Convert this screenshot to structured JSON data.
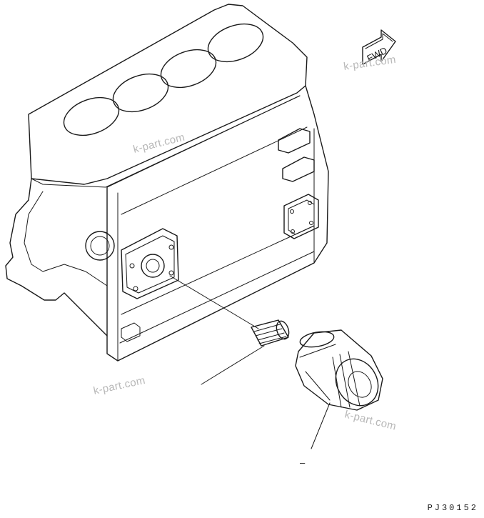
{
  "drawing": {
    "direction_label": "FWD",
    "drawing_code": "PJ30152",
    "watermarks": [
      "k-part.com",
      "k-part.com",
      "k-part.com",
      "k-part.com"
    ],
    "callouts": [
      {
        "label": ""
      },
      {
        "label": "–"
      }
    ]
  }
}
